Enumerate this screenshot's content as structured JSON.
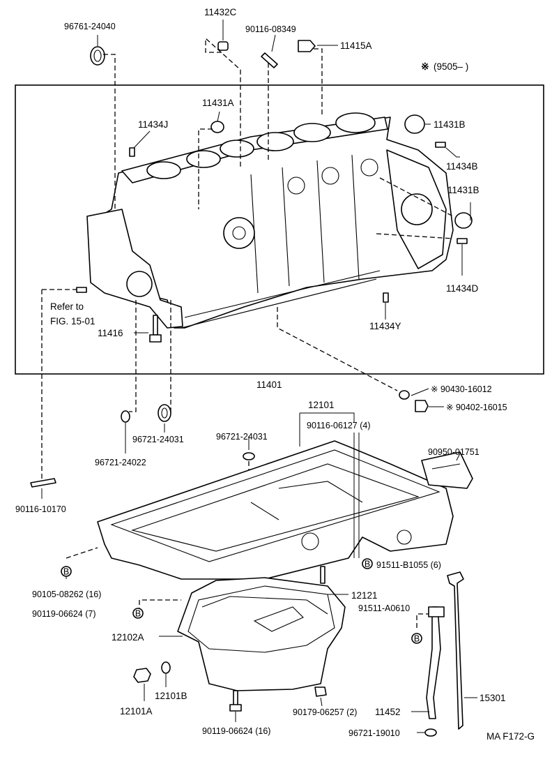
{
  "note": {
    "range_symbol": "※",
    "range_text": "(9505–      )"
  },
  "figure_id": "MA F172-G",
  "callouts": {
    "c_96761_24040": "96761-24040",
    "c_11432C": "11432C",
    "c_90116_08349": "90116-08349",
    "c_11415A": "11415A",
    "c_11431A": "11431A",
    "c_11434J": "11434J",
    "c_11431B_top": "11431B",
    "c_11434B": "11434B",
    "c_11431B_mid": "11431B",
    "c_11434D": "11434D",
    "c_refer": "Refer to",
    "c_fig": "FIG. 15-01",
    "c_11416": "11416",
    "c_11434Y": "11434Y",
    "c_11401": "11401",
    "c_90430": "※ 90430-16012",
    "c_90402": "※ 90402-16015",
    "c_12101": "12101",
    "c_90116_06127": "90116-06127 (4)",
    "c_96721_24031_a": "96721-24031",
    "c_96721_24031_b": "96721-24031",
    "c_96721_24022": "96721-24022",
    "c_90950": "90950-01751",
    "c_90116_10170": "90116-10170",
    "c_91511_B1055": "91511-B1055 (6)",
    "c_90105": "90105-08262 (16)",
    "c_90119_a": "90119-06624 (7)",
    "c_12121": "12121",
    "c_91511_A0610": "91511-A0610",
    "c_12102A": "12102A",
    "c_12101B": "12101B",
    "c_12101A": "12101A",
    "c_90179": "90179-06257 (2)",
    "c_11452": "11452",
    "c_15301": "15301",
    "c_90119_b": "90119-06624 (16)",
    "c_96721_19010": "96721-19010"
  },
  "marker_letter": "B"
}
